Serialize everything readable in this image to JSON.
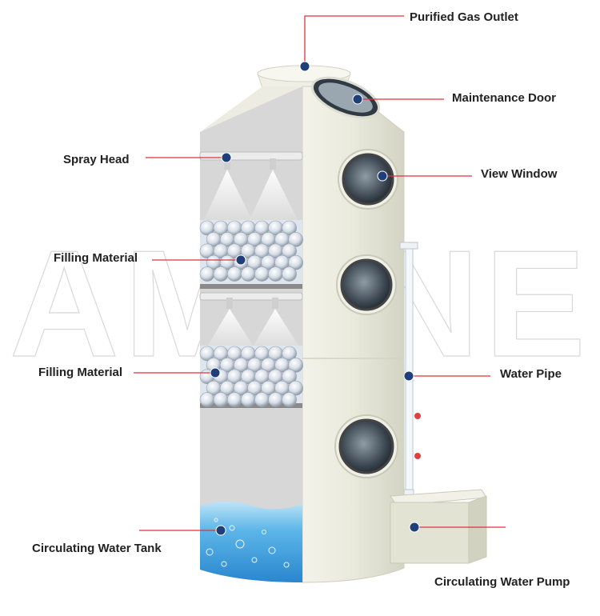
{
  "labels": {
    "purified_gas_outlet": "Purified Gas Outlet",
    "maintenance_door": "Maintenance Door",
    "spray_head": "Spray Head",
    "view_window": "View Window",
    "filling_material_upper": "Filling Material",
    "filling_material_lower": "Filling Material",
    "water_pipe": "Water Pipe",
    "circulating_water_tank": "Circulating Water Tank",
    "circulating_water_pump": "Circulating Water Pump"
  },
  "watermark": "AMANE",
  "colors": {
    "leader_line": "#e0333a",
    "marker_dot": "#1f3f7a",
    "tower_body": "#e6e6d8",
    "cutaway_interior": "#d6d6d6",
    "water": "#3aa0e0",
    "filling": "#e8ecf2"
  }
}
